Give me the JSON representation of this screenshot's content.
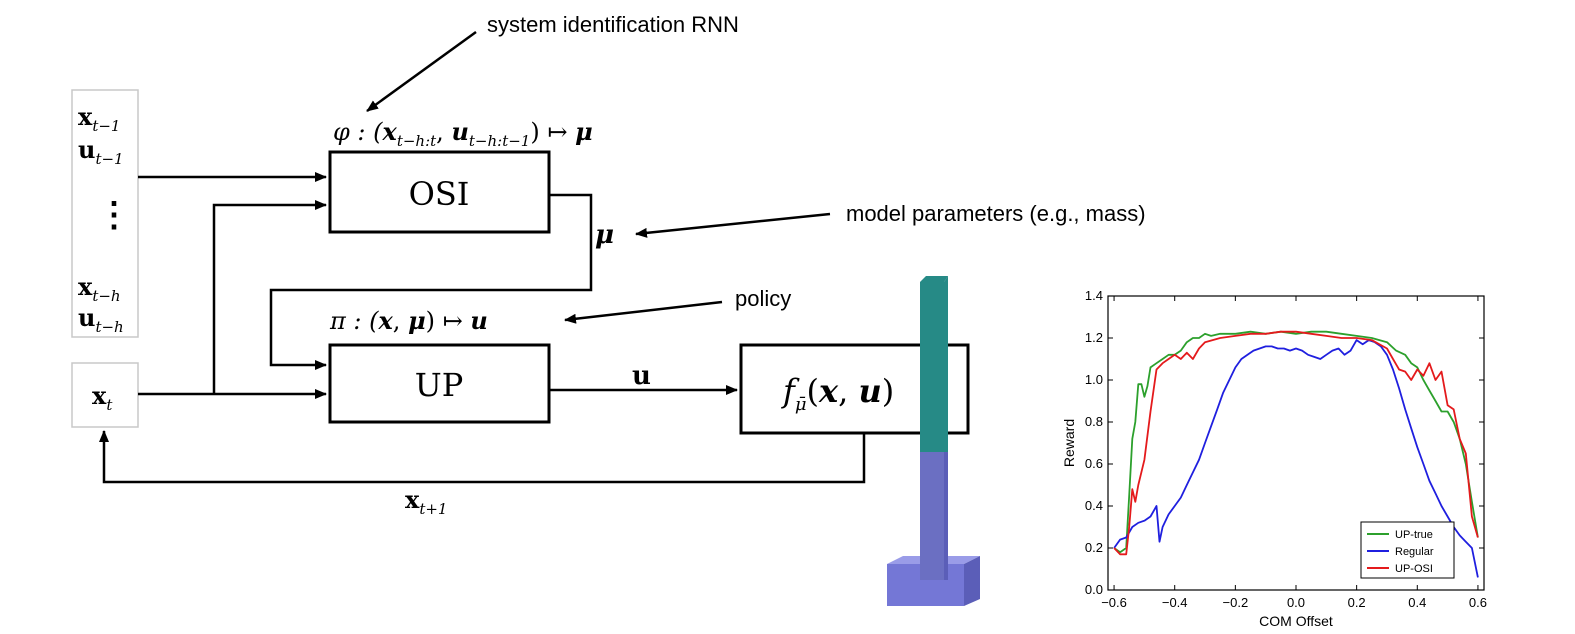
{
  "annotations": {
    "sysid": "system identification RNN",
    "model_params": "model parameters (e.g., mass)",
    "policy": "policy"
  },
  "diagram": {
    "history": {
      "x_prev": "x",
      "x_prev_sub": "t−1",
      "u_prev": "u",
      "u_prev_sub": "t−1",
      "dots": "⋮",
      "x_h": "x",
      "x_h_sub": "t−h",
      "u_h": "u",
      "u_h_sub": "t−h"
    },
    "current_state": {
      "x": "x",
      "sub": "t"
    },
    "osi": {
      "label": "OSI",
      "formula_phi": "φ : (",
      "formula_x": "x",
      "formula_x_sub": "t−h:t",
      "formula_comma": ", ",
      "formula_u": "u",
      "formula_u_sub": "t−h:t−1",
      "formula_tail": ") ↦ ",
      "formula_mu": "μ"
    },
    "mu_label": "μ",
    "up": {
      "label": "UP",
      "formula_head": "π : (",
      "formula_x": "x",
      "formula_comma": ", ",
      "formula_mu": "μ",
      "formula_tail": ") ↦ ",
      "formula_u": "u"
    },
    "u_label": "u",
    "dynamics": {
      "f": "f",
      "sub": "μ̄",
      "args_open": "(",
      "x": "x",
      "comma": ", ",
      "u": "u",
      "args_close": ")"
    },
    "next_state": {
      "x": "x",
      "sub": "t+1"
    }
  },
  "colors": {
    "pole_top": "#268a86",
    "pole_bottom": "#6b6fc2",
    "base_front": "#7477d6",
    "base_top": "#9a9ce8",
    "base_side": "#5b5eb8"
  },
  "chart_data": {
    "type": "line",
    "xlabel": "COM Offset",
    "ylabel": "Reward",
    "xlim": [
      -0.62,
      0.62
    ],
    "ylim": [
      0.0,
      1.4
    ],
    "xticks": [
      -0.6,
      -0.4,
      -0.2,
      0.0,
      0.2,
      0.4,
      0.6
    ],
    "xtick_labels": [
      "−0.6",
      "−0.4",
      "−0.2",
      "0.0",
      "0.2",
      "0.4",
      "0.6"
    ],
    "yticks": [
      0.0,
      0.2,
      0.4,
      0.6,
      0.8,
      1.0,
      1.2,
      1.4
    ],
    "ytick_labels": [
      "0.0",
      "0.2",
      "0.4",
      "0.6",
      "0.8",
      "1.0",
      "1.2",
      "1.4"
    ],
    "legend_position": "bottom-right",
    "series": [
      {
        "name": "UP-true",
        "color": "#2ca02c",
        "x": [
          -0.6,
          -0.58,
          -0.56,
          -0.55,
          -0.54,
          -0.53,
          -0.52,
          -0.51,
          -0.5,
          -0.49,
          -0.48,
          -0.46,
          -0.44,
          -0.42,
          -0.4,
          -0.38,
          -0.36,
          -0.34,
          -0.32,
          -0.3,
          -0.28,
          -0.25,
          -0.2,
          -0.15,
          -0.1,
          -0.05,
          0.0,
          0.05,
          0.1,
          0.15,
          0.2,
          0.25,
          0.3,
          0.33,
          0.36,
          0.38,
          0.4,
          0.42,
          0.44,
          0.46,
          0.48,
          0.5,
          0.52,
          0.54,
          0.56,
          0.58,
          0.6
        ],
        "y": [
          0.2,
          0.18,
          0.2,
          0.45,
          0.72,
          0.8,
          0.98,
          0.98,
          0.92,
          0.97,
          1.06,
          1.08,
          1.1,
          1.12,
          1.12,
          1.14,
          1.18,
          1.2,
          1.2,
          1.22,
          1.21,
          1.22,
          1.22,
          1.23,
          1.22,
          1.23,
          1.22,
          1.23,
          1.23,
          1.22,
          1.21,
          1.2,
          1.18,
          1.14,
          1.12,
          1.08,
          1.06,
          1.0,
          0.95,
          0.9,
          0.85,
          0.85,
          0.8,
          0.72,
          0.6,
          0.42,
          0.25
        ]
      },
      {
        "name": "Regular",
        "color": "#1f1fdf",
        "x": [
          -0.6,
          -0.58,
          -0.56,
          -0.54,
          -0.52,
          -0.5,
          -0.48,
          -0.46,
          -0.45,
          -0.44,
          -0.42,
          -0.4,
          -0.38,
          -0.36,
          -0.34,
          -0.32,
          -0.3,
          -0.28,
          -0.26,
          -0.24,
          -0.22,
          -0.2,
          -0.18,
          -0.16,
          -0.14,
          -0.12,
          -0.1,
          -0.08,
          -0.06,
          -0.04,
          -0.02,
          0.0,
          0.02,
          0.04,
          0.06,
          0.08,
          0.1,
          0.12,
          0.14,
          0.16,
          0.18,
          0.2,
          0.22,
          0.24,
          0.26,
          0.28,
          0.3,
          0.32,
          0.34,
          0.36,
          0.38,
          0.4,
          0.42,
          0.44,
          0.46,
          0.48,
          0.5,
          0.52,
          0.54,
          0.56,
          0.58,
          0.6
        ],
        "y": [
          0.2,
          0.24,
          0.25,
          0.3,
          0.32,
          0.33,
          0.35,
          0.4,
          0.23,
          0.3,
          0.36,
          0.4,
          0.44,
          0.5,
          0.56,
          0.62,
          0.7,
          0.78,
          0.86,
          0.94,
          1.0,
          1.06,
          1.1,
          1.12,
          1.14,
          1.15,
          1.16,
          1.16,
          1.15,
          1.15,
          1.14,
          1.15,
          1.14,
          1.12,
          1.11,
          1.1,
          1.12,
          1.14,
          1.15,
          1.12,
          1.14,
          1.19,
          1.17,
          1.19,
          1.18,
          1.16,
          1.12,
          1.05,
          0.96,
          0.86,
          0.77,
          0.68,
          0.6,
          0.52,
          0.46,
          0.4,
          0.35,
          0.3,
          0.26,
          0.23,
          0.2,
          0.06
        ]
      },
      {
        "name": "UP-OSI",
        "color": "#e41a1c",
        "x": [
          -0.6,
          -0.58,
          -0.56,
          -0.55,
          -0.54,
          -0.53,
          -0.52,
          -0.5,
          -0.48,
          -0.46,
          -0.44,
          -0.42,
          -0.4,
          -0.38,
          -0.36,
          -0.34,
          -0.32,
          -0.3,
          -0.25,
          -0.2,
          -0.15,
          -0.1,
          -0.05,
          0.0,
          0.05,
          0.1,
          0.15,
          0.2,
          0.25,
          0.3,
          0.32,
          0.34,
          0.36,
          0.38,
          0.4,
          0.42,
          0.44,
          0.46,
          0.48,
          0.5,
          0.52,
          0.54,
          0.56,
          0.58,
          0.6
        ],
        "y": [
          0.2,
          0.17,
          0.17,
          0.3,
          0.48,
          0.42,
          0.5,
          0.62,
          0.85,
          1.05,
          1.08,
          1.1,
          1.12,
          1.1,
          1.13,
          1.1,
          1.15,
          1.18,
          1.2,
          1.21,
          1.22,
          1.22,
          1.23,
          1.23,
          1.22,
          1.21,
          1.2,
          1.2,
          1.19,
          1.15,
          1.1,
          1.05,
          1.04,
          1.0,
          1.05,
          1.02,
          1.08,
          1.0,
          1.04,
          0.88,
          0.86,
          0.72,
          0.65,
          0.35,
          0.25
        ]
      }
    ]
  }
}
